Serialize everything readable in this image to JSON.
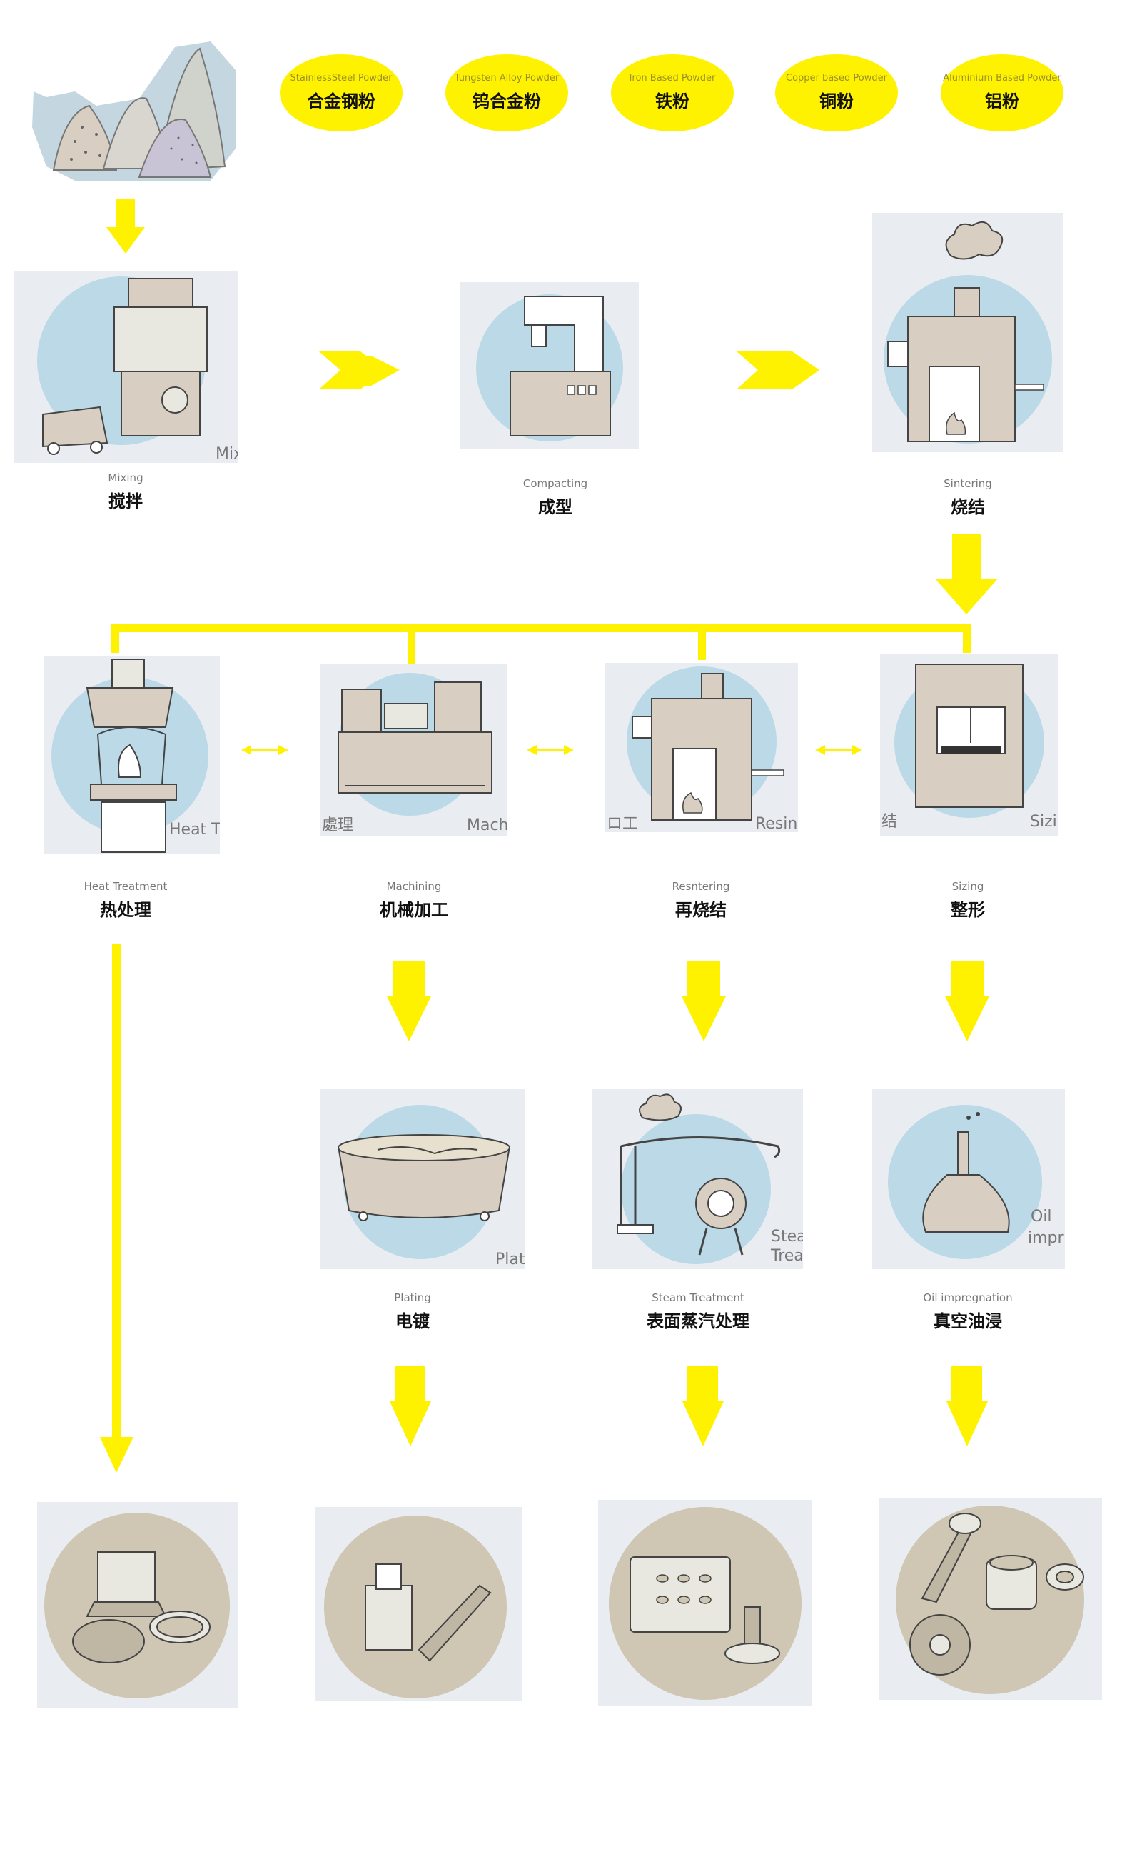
{
  "powders": [
    {
      "en": "StainlessSteel Powder",
      "zh": "合金钢粉"
    },
    {
      "en": "Tungsten Alloy Powder",
      "zh": "钨合金粉"
    },
    {
      "en": "Iron Based Powder",
      "zh": "铁粉"
    },
    {
      "en": "Copper based Powder",
      "zh": "铜粉"
    },
    {
      "en": "Aluminium Based Powder",
      "zh": "铝粉"
    }
  ],
  "steps": {
    "mixing": {
      "en": "Mixing",
      "zh": "搅拌",
      "corner": "Mix"
    },
    "compacting": {
      "en": "Compacting",
      "zh": "成型"
    },
    "sintering": {
      "en": "Sintering",
      "zh": "烧结"
    },
    "heat_treatment": {
      "en": "Heat Treatment",
      "zh": "热处理",
      "corner": "Heat T"
    },
    "machining": {
      "en": "Machining",
      "zh": "机械加工",
      "corner_left": "處理",
      "corner": "Mach"
    },
    "resintering": {
      "en": "Resntering",
      "zh": "再烧结",
      "corner_left": "ロ工",
      "corner": "Resin"
    },
    "sizing": {
      "en": "Sizing",
      "zh": "整形",
      "corner_left": "结",
      "corner": "Sizi"
    },
    "plating": {
      "en": "Plating",
      "zh": "电镀",
      "corner": "Plat"
    },
    "steam_treatment": {
      "en": "Steam Treatment",
      "zh": "表面蒸汽处理",
      "corner": "Stea",
      "corner2": "Trea"
    },
    "oil_impregnation": {
      "en": "Oil impregnation",
      "zh": "真空油浸",
      "corner": "Oil",
      "corner2": "impr"
    }
  },
  "colors": {
    "accent": "#fff200",
    "circle": "#bcd9e8",
    "sketch_fill": "#d8cfc2",
    "product_circle": "#cfc6b4"
  }
}
